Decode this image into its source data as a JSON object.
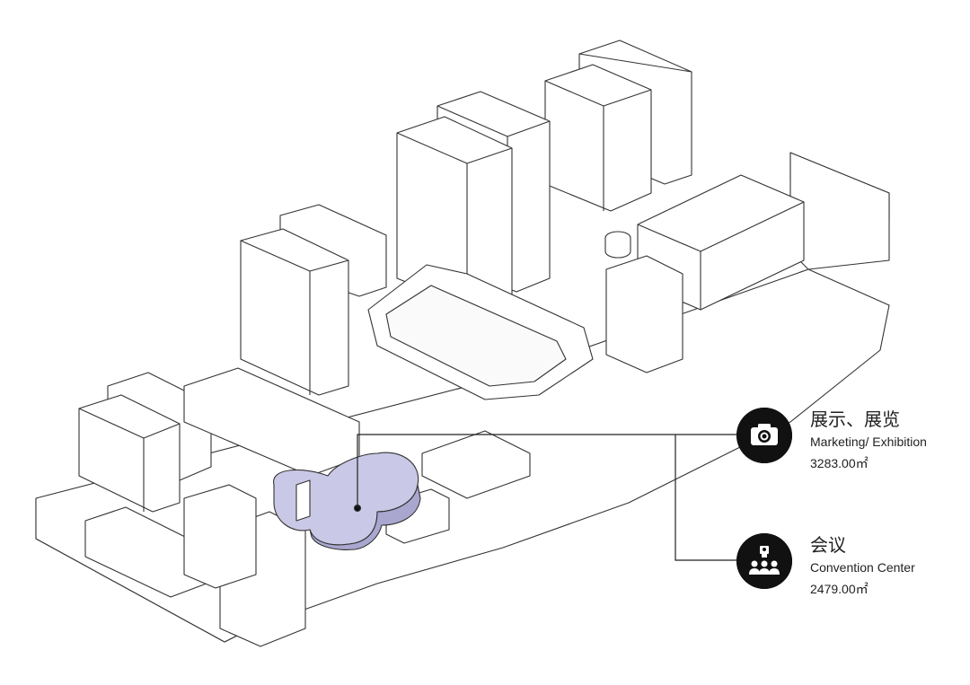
{
  "legend": [
    {
      "icon": "camera-icon",
      "title_zh": "展示、展览",
      "title_en": "Marketing/ Exhibition",
      "area": "3283.00㎡"
    },
    {
      "icon": "audience-icon",
      "title_zh": "会议",
      "title_en": "Convention Center",
      "area": "2479.00㎡"
    }
  ],
  "colors": {
    "line": "#222222",
    "highlight": "#c9c8e6",
    "highlight_dark": "#a9a7cf",
    "icon_bg": "#111111"
  }
}
